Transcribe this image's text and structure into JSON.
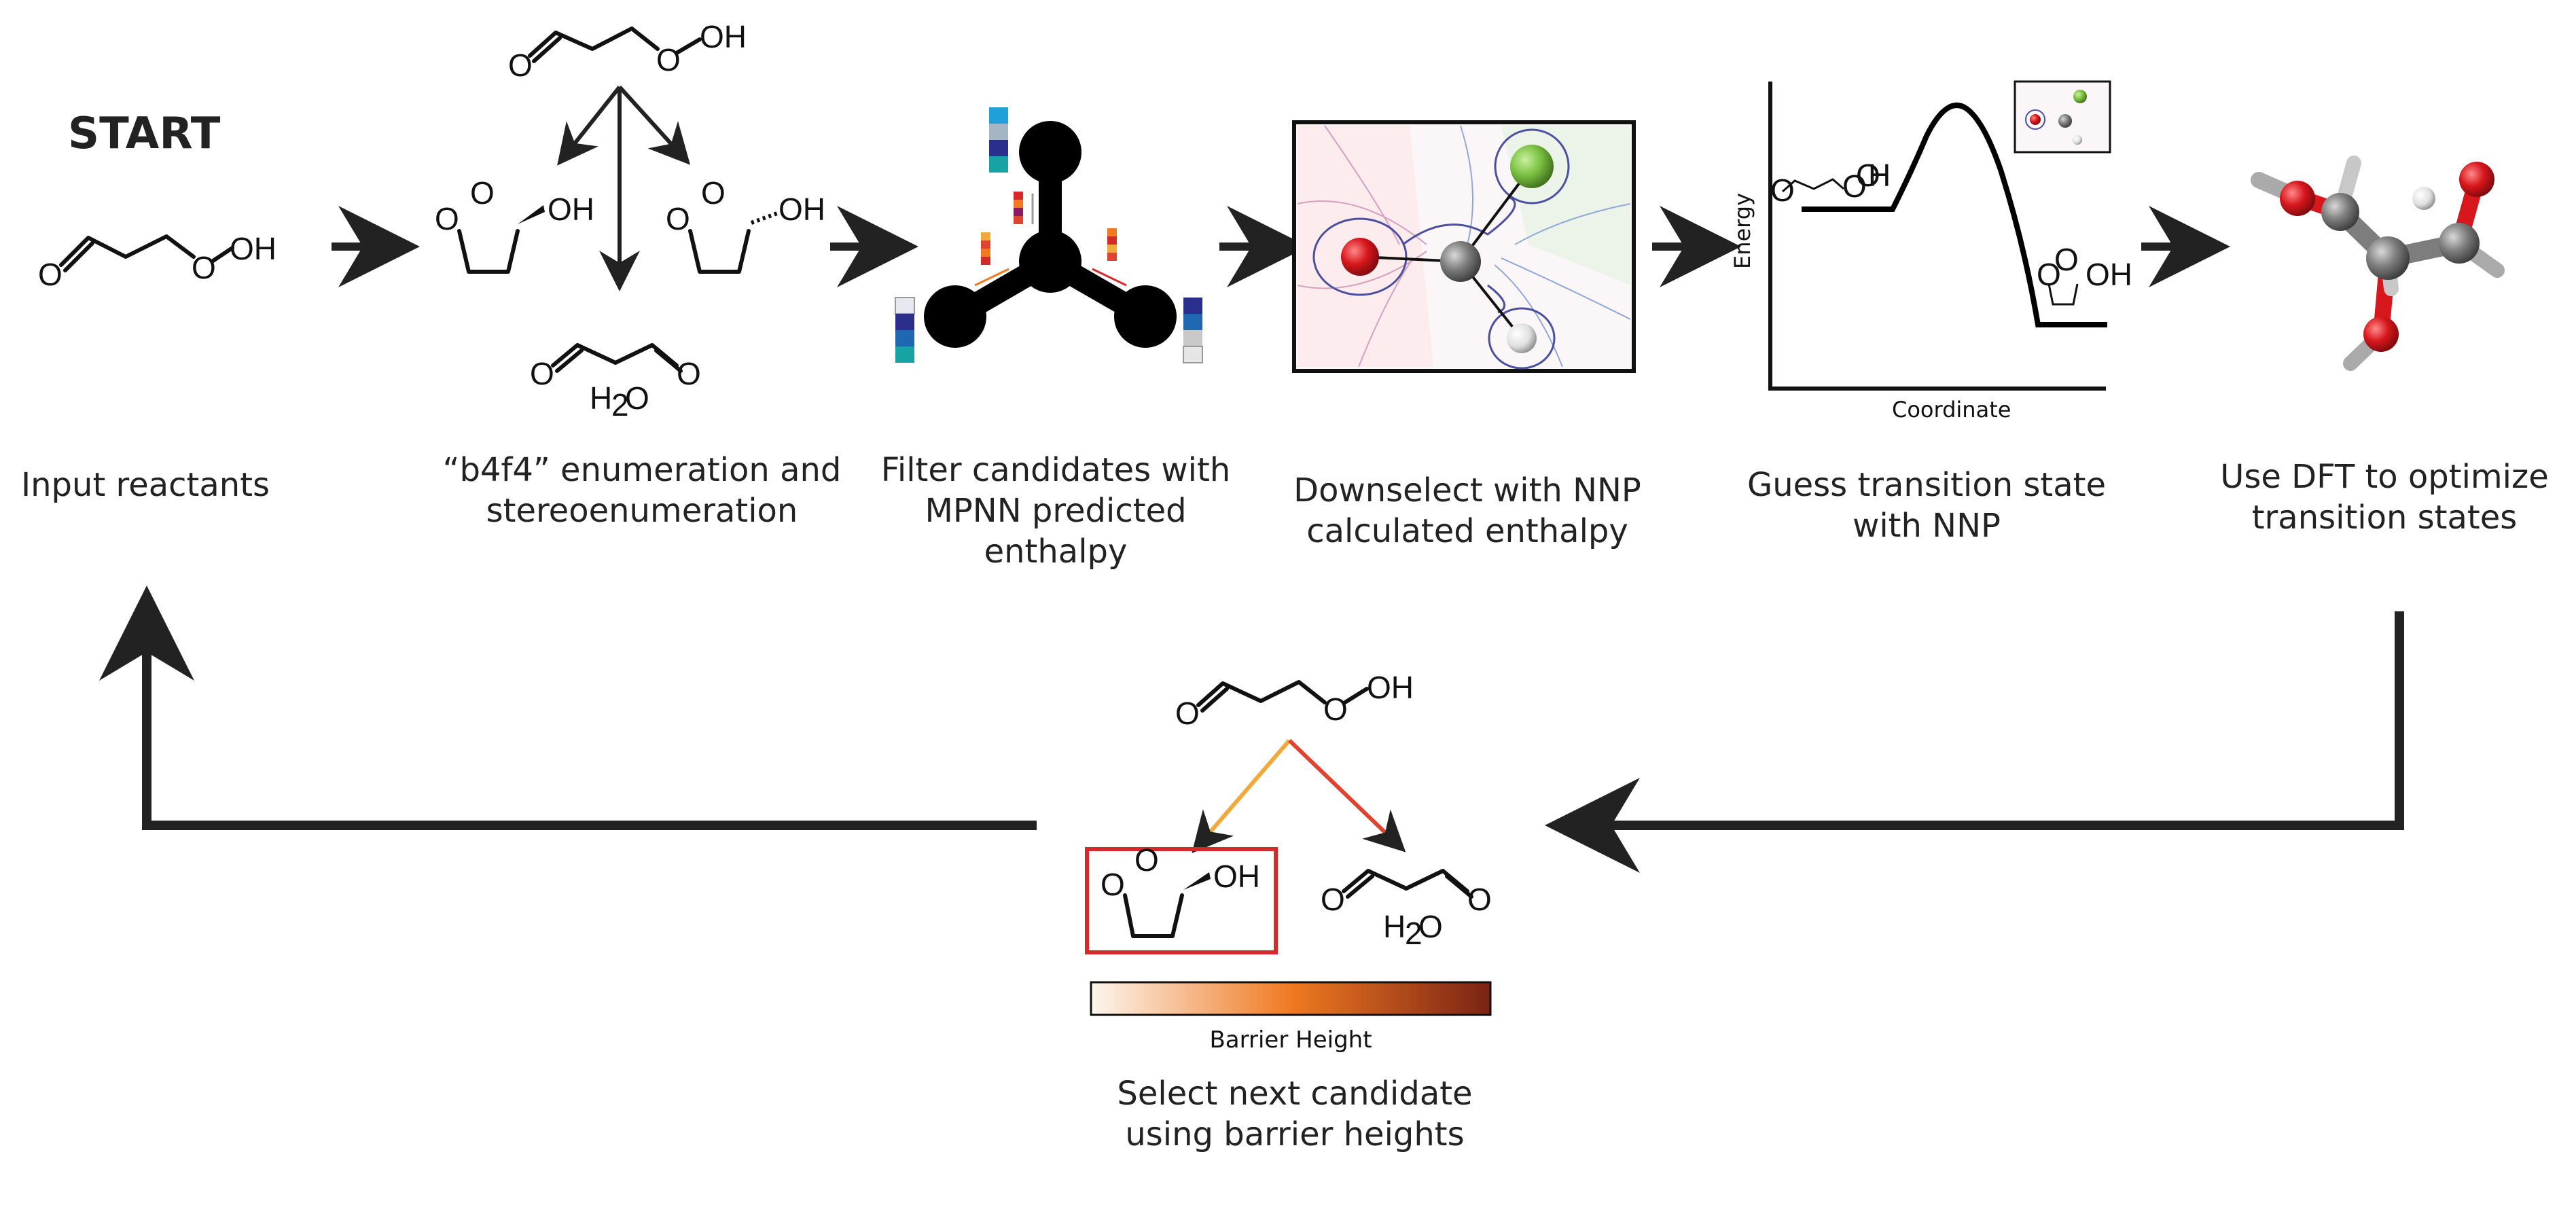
{
  "start_label": "START",
  "steps": [
    {
      "caption_lines": [
        "Input reactants"
      ]
    },
    {
      "caption_lines": [
        "“b4f4” enumeration and",
        "stereoenumeration"
      ]
    },
    {
      "caption_lines": [
        "Filter candidates with",
        "MPNN predicted",
        "enthalpy"
      ]
    },
    {
      "caption_lines": [
        "Downselect with NNP",
        "calculated enthalpy"
      ]
    },
    {
      "caption_lines": [
        "Guess transition state",
        "with NNP"
      ]
    },
    {
      "caption_lines": [
        "Use DFT to optimize",
        "transition states"
      ]
    }
  ],
  "bottom_caption_lines": [
    "Select next candidate",
    "using barrier heights"
  ],
  "energy_plot": {
    "ylabel": "Energy",
    "xlabel": "Coordinate"
  },
  "colorbar": {
    "label": "Barrier Height",
    "start_color": "#fdf6ee",
    "mid_color": "#f07a22",
    "end_color": "#7a2314"
  },
  "atoms": {
    "O": "O",
    "OH": "OH",
    "H2O_H": "H",
    "H2O_sub": "2",
    "H2O_O": "O"
  },
  "colors": {
    "highlight_box": "#d42a2a",
    "orange_arrow": "#f2a93b",
    "red_arrow": "#e0432f",
    "oxygen": "#d8171d",
    "chlorine": "#7cc242",
    "carbon": "#7d7d7d",
    "hydrogen": "#e6e6e6"
  }
}
